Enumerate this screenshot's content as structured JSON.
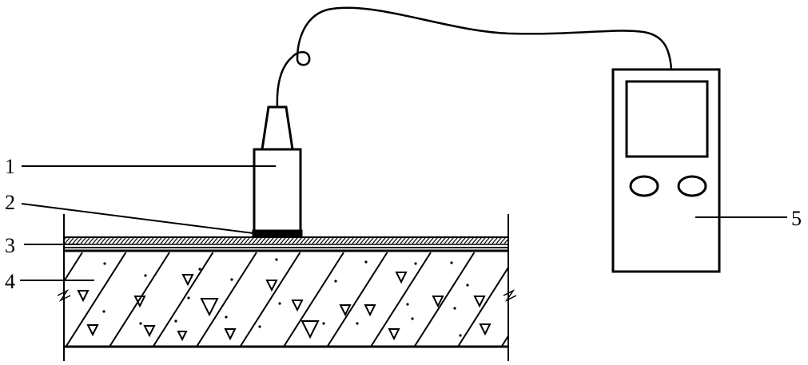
{
  "labels": {
    "probe": "1",
    "coupling": "2",
    "coating": "3",
    "concrete": "4",
    "instrument": "5"
  },
  "colors": {
    "line": "#000000",
    "background": "#ffffff"
  }
}
